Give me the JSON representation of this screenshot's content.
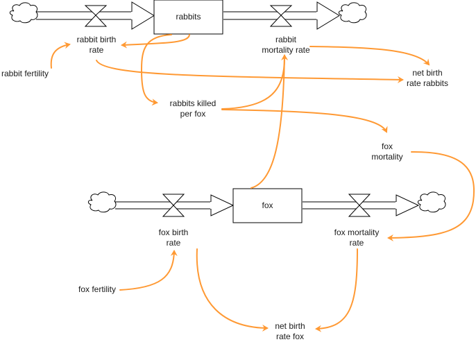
{
  "diagram": {
    "title": "Rabbit-Fox stock and flow diagram",
    "colors": {
      "link": "#ff9933",
      "pipe": "#7f7f7f",
      "outline": "#000000",
      "text": "#1a1a1a"
    },
    "stocks": [
      {
        "id": "rabbits",
        "label": "rabbits"
      },
      {
        "id": "fox",
        "label": "fox"
      }
    ],
    "flows": [
      {
        "id": "rabbit-birth-rate",
        "label_line1": "rabbit birth",
        "label_line2": "rate"
      },
      {
        "id": "rabbit-mortality-rate",
        "label_line1": "rabbit",
        "label_line2": "mortality rate"
      },
      {
        "id": "fox-birth-rate",
        "label_line1": "fox birth",
        "label_line2": "rate"
      },
      {
        "id": "fox-mortality-rate",
        "label_line1": "fox mortality",
        "label_line2": "rate"
      }
    ],
    "variables": [
      {
        "id": "rabbit-fertility",
        "label_line1": "rabbit fertility",
        "label_line2": ""
      },
      {
        "id": "net-birth-rate-rabbits",
        "label_line1": "net birth",
        "label_line2": "rate rabbits"
      },
      {
        "id": "rabbits-killed-per-fox",
        "label_line1": "rabbits killed",
        "label_line2": "per fox"
      },
      {
        "id": "fox-mortality",
        "label_line1": "fox",
        "label_line2": "mortality"
      },
      {
        "id": "fox-fertility",
        "label_line1": "fox fertility",
        "label_line2": ""
      },
      {
        "id": "net-birth-rate-fox",
        "label_line1": "net birth",
        "label_line2": "rate fox"
      }
    ],
    "links": [
      {
        "from": "rabbit-fertility",
        "to": "rabbit-birth-rate"
      },
      {
        "from": "rabbits",
        "to": "rabbit-birth-rate"
      },
      {
        "from": "rabbits",
        "to": "rabbits-killed-per-fox"
      },
      {
        "from": "rabbit-birth-rate",
        "to": "net-birth-rate-rabbits"
      },
      {
        "from": "rabbit-mortality-rate",
        "to": "net-birth-rate-rabbits"
      },
      {
        "from": "rabbits-killed-per-fox",
        "to": "rabbit-mortality-rate"
      },
      {
        "from": "fox",
        "to": "rabbit-mortality-rate"
      },
      {
        "from": "rabbits-killed-per-fox",
        "to": "fox-mortality"
      },
      {
        "from": "fox-mortality",
        "to": "fox-mortality-rate"
      },
      {
        "from": "fox-fertility",
        "to": "fox-birth-rate"
      },
      {
        "from": "fox-birth-rate",
        "to": "net-birth-rate-fox"
      },
      {
        "from": "fox-mortality-rate",
        "to": "net-birth-rate-fox"
      }
    ]
  }
}
